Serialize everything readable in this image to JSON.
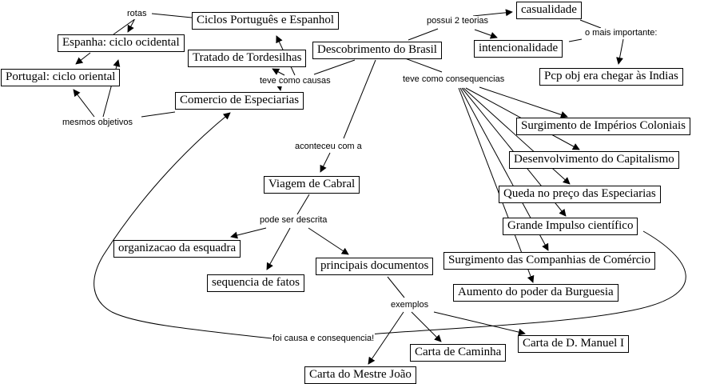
{
  "concept_map": {
    "colors": {
      "line": "#000000",
      "background": "#ffffff",
      "node_border": "#000000"
    },
    "nodes": {
      "ciclos": "Ciclos Português e Espanhol",
      "espanha": "Espanha: ciclo ocidental",
      "portugal": "Portugal: ciclo oriental",
      "tordesilhas": "Tratado de Tordesilhas",
      "descobrimento": "Descobrimento do Brasil",
      "comercio": "Comercio de Especiarias",
      "casualidade": "casualidade",
      "intencionalidade": "intencionalidade",
      "pcp": "Pcp obj era chegar às Indias",
      "imperios": "Surgimento de Impérios Coloniais",
      "capitalismo": "Desenvolvimento do Capitalismo",
      "queda": "Queda no preço das Especiarias",
      "impulso": "Grande Impulso científico",
      "companhias": "Surgimento das Companhias de Comércio",
      "burguesia": "Aumento do poder da Burguesia",
      "viagem": "Viagem de Cabral",
      "esquadra": "organizacao da esquadra",
      "sequencia": "sequencia de fatos",
      "documentos": "principais documentos",
      "manuel": "Carta de D. Manuel I",
      "caminha": "Carta de Caminha",
      "mestre": "Carta do Mestre João"
    },
    "links": {
      "rotas": "rotas",
      "causas": "teve como causas",
      "objetivos": "mesmos objetivos",
      "teorias": "possui 2 teorias",
      "importante": "o mais importante:",
      "consequencias": "teve como consequencias",
      "aconteceu": "aconteceu com a",
      "descrita": "pode ser descrita",
      "exemplos": "exemplos",
      "causa_consequencia": "foi causa e consequencia!"
    }
  }
}
